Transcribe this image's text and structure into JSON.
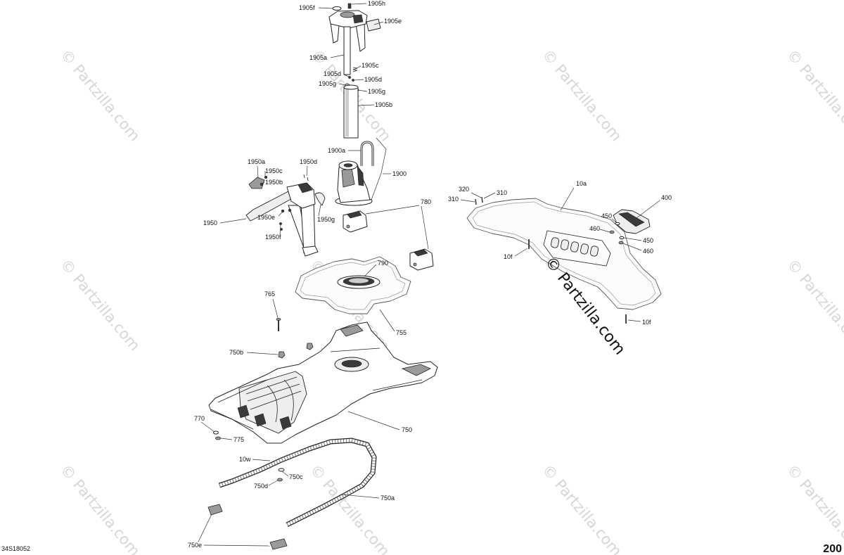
{
  "figure": {
    "diagram_code": "34S18052",
    "page_number": "200",
    "watermark": "© Partzilla.com"
  },
  "callouts": [
    "1905f",
    "1905h",
    "1905e",
    "1905a",
    "1905c",
    "1905d",
    "1905d",
    "1905g",
    "1905g",
    "1905b",
    "1900a",
    "1900",
    "1950a",
    "1950d",
    "1950c",
    "1950b",
    "1950",
    "1950e",
    "1950g",
    "1950f",
    "780",
    "320",
    "310",
    "310",
    "10a",
    "400",
    "450",
    "460",
    "450",
    "460",
    "10f",
    "790",
    "765",
    "755",
    "750b",
    "10f",
    "750",
    "770",
    "775",
    "10w",
    "750c",
    "750d",
    "750a",
    "750e"
  ]
}
